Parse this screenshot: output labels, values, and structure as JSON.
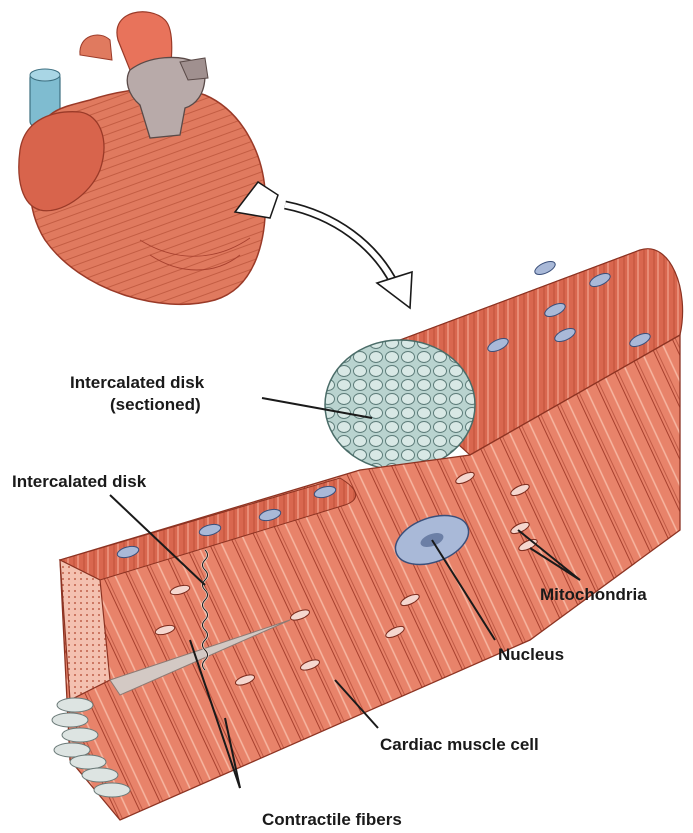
{
  "labels": {
    "intercalated_disk_sectioned_line1": "Intercalated disk",
    "intercalated_disk_sectioned_line2": "(sectioned)",
    "intercalated_disk": "Intercalated disk",
    "mitochondria": "Mitochondria",
    "nucleus": "Nucleus",
    "cardiac_muscle_cell": "Cardiac muscle cell",
    "contractile_fibers": "Contractile fibers"
  },
  "colors": {
    "muscle": "#d9674f",
    "muscle_light": "#ee9a82",
    "muscle_dark": "#b84a35",
    "vessel_blue": "#7fbcd0",
    "vessel_grey": "#b8aaa9",
    "disk_fill": "#b9d3cf",
    "nucleus": "#a9b9d8",
    "label": "#1a1a1a"
  }
}
